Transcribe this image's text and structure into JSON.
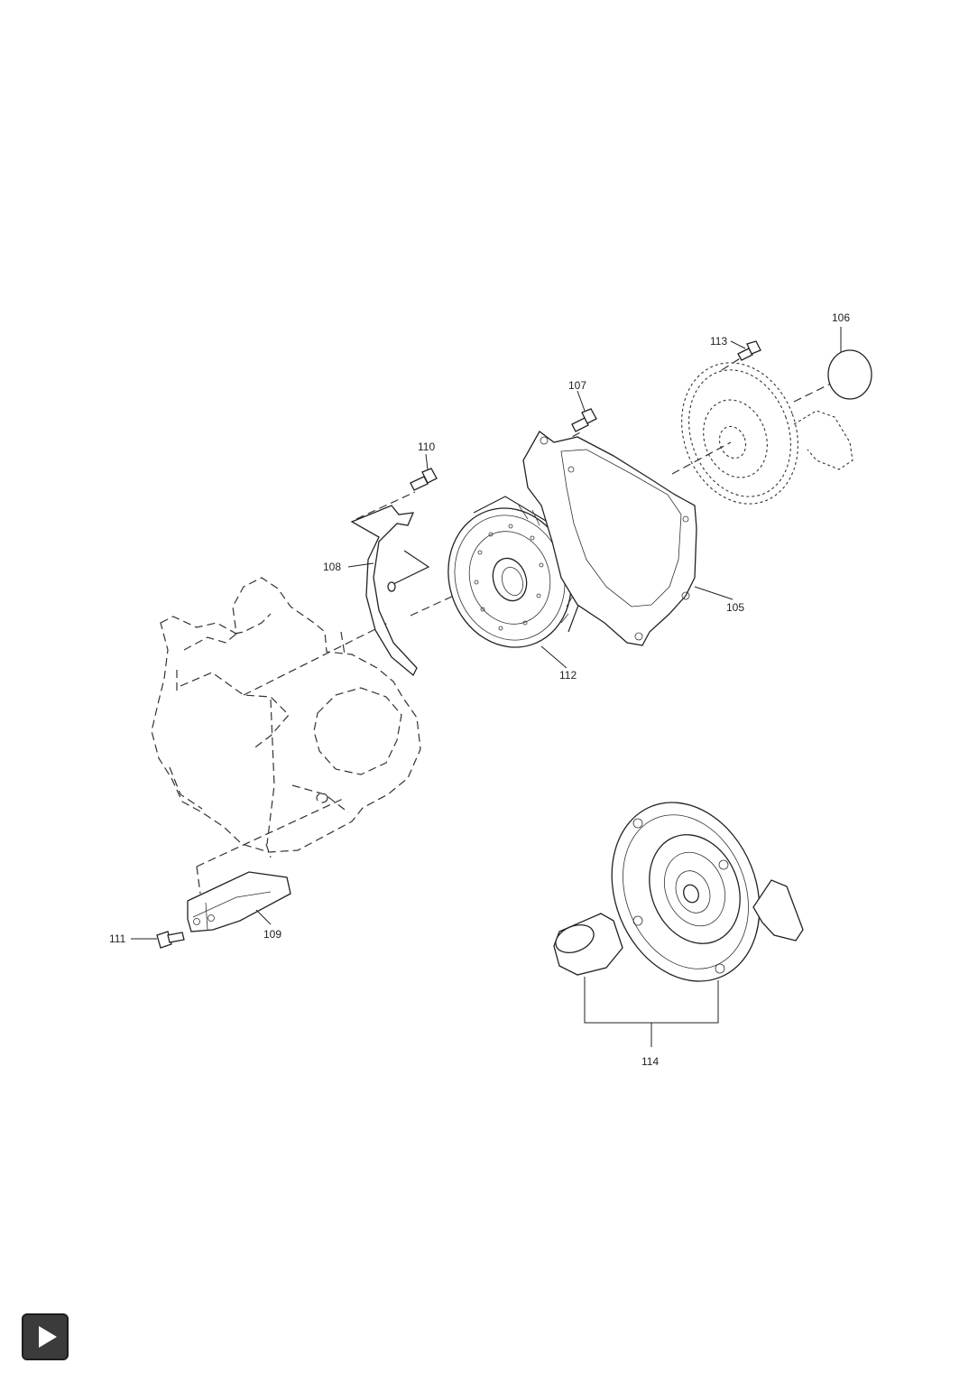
{
  "callouts": {
    "p105": "105",
    "p106": "106",
    "p107": "107",
    "p108": "108",
    "p109": "109",
    "p110": "110",
    "p111": "111",
    "p112": "112",
    "p113": "113",
    "p114": "114"
  },
  "navigation": {
    "next_icon": "play-triangle-icon"
  },
  "colors": {
    "line": "#222222",
    "button": "#3b3b3b"
  }
}
